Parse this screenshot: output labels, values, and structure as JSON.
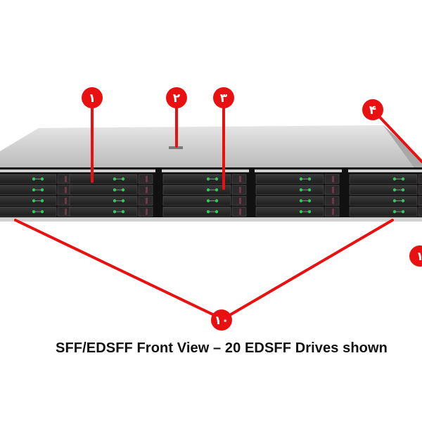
{
  "caption": "SFF/EDSFF Front View – 20 EDSFF Drives shown",
  "device": {
    "name": "1U server chassis",
    "drive_cages": 5,
    "drives_per_cage": 4,
    "drive_count": 20,
    "led_color": "#2ecc5a"
  },
  "callouts": [
    {
      "id": "1",
      "label": "۱",
      "target": "drive-cage-2"
    },
    {
      "id": "2",
      "label": "۲",
      "target": "chassis-badge"
    },
    {
      "id": "3",
      "label": "۳",
      "target": "drive-cage-3"
    },
    {
      "id": "4",
      "label": "۴",
      "target": "chassis-right-edge"
    },
    {
      "id": "10",
      "label": "۱۰",
      "target": "rack-ears"
    },
    {
      "id": "partial",
      "label": "۱",
      "target": "offscreen"
    }
  ],
  "colors": {
    "callout": "#e81010",
    "chassis_top": "#c8c8c8",
    "bezel": "#1a1a1a"
  }
}
